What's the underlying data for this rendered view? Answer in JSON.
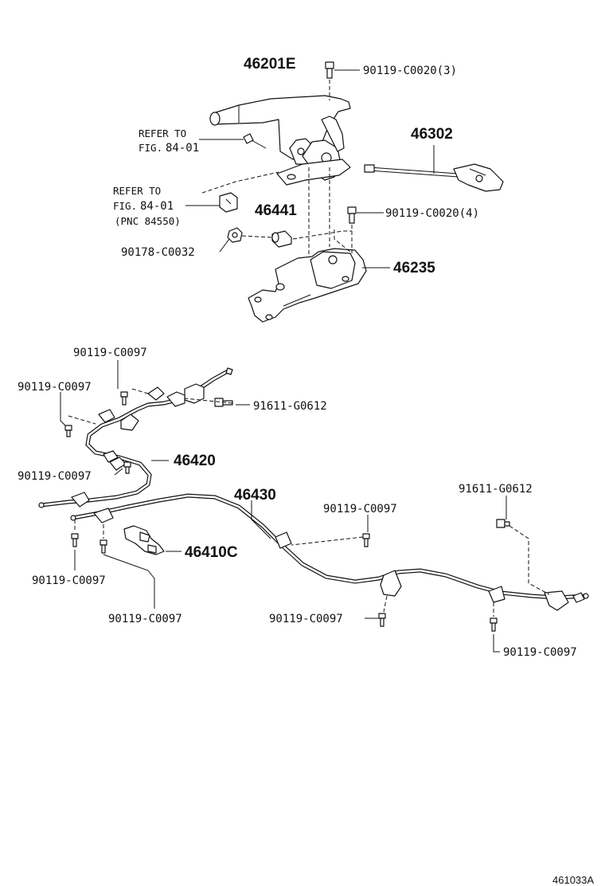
{
  "labels": {
    "lever": "46201E",
    "bolt_top": "90119-C0020(3)",
    "refer_lever_l1": "REFER TO",
    "refer_lever_l2": "FIG.",
    "refer_lever_fig": "84-01",
    "rod": "46302",
    "refer_clip_l1": "REFER TO",
    "refer_clip_l2": "FIG.",
    "refer_clip_fig": "84-01",
    "refer_clip_pnc": "(PNC 84550)",
    "spacer": "46441",
    "bolt_mid": "90119-C0020(4)",
    "nut": "90178-C0032",
    "bracket": "46235",
    "bolt_a": "90119-C0097",
    "bolt_b": "90119-C0097",
    "bolt_screw_1": "91611-G0612",
    "cable_front": "46420",
    "bolt_c": "90119-C0097",
    "cable_rear": "46430",
    "bolt_d": "90119-C0097",
    "bolt_screw_2": "91611-G0612",
    "clamp": "46410C",
    "bolt_e": "90119-C0097",
    "bolt_f": "90119-C0097",
    "bolt_g": "90119-C0097",
    "bolt_h": "90119-C0097",
    "diagram_code": "461033A"
  },
  "colors": {
    "line": "#111111",
    "background": "#ffffff"
  }
}
